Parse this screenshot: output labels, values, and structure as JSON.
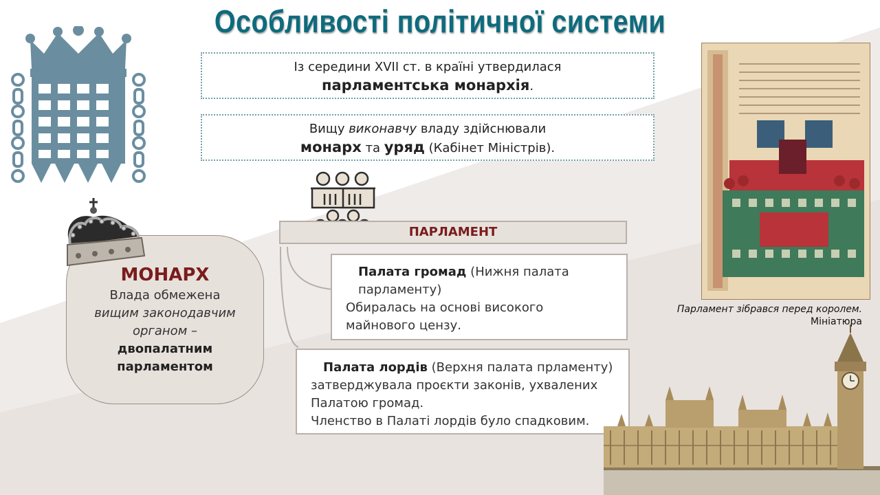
{
  "title": "Особливості політичної системи",
  "statement1": {
    "line1": "Із середини XVII ст. в країні утвердилася",
    "bold": "парламентська монархія",
    "end": "."
  },
  "statement2": {
    "pre": "Вищу ",
    "italic": "виконавчу",
    "post": " владу здійснювали",
    "bold1": "монарх",
    "mid": " та ",
    "bold2": "уряд",
    "tail": " (Кабінет Міністрів)."
  },
  "monarch": {
    "title": "МОНАРХ",
    "line1": "Влада обмежена",
    "italic": "вищим законодавчим органом –",
    "bold": "двопалатним парламентом"
  },
  "parliament": {
    "label": "ПАРЛАМЕНТ",
    "commons": {
      "name": "Палата громад",
      "rest": " (Нижня палата парламенту)",
      "desc": "Обиралась на основі високого майнового цензу."
    },
    "lords": {
      "name": "Палата лордів",
      "rest": " (Верхня палата прламенту)",
      "desc1": "затверджувала проєкти законів, ухвалених Палатою громад.",
      "desc2": "Членство в Палаті лордів було спадковим."
    }
  },
  "caption": {
    "italic": "Парламент зібрався перед королем.",
    "normal": "Мініатюра"
  },
  "colors": {
    "title": "#0e6b7d",
    "accent": "#7a1c1c",
    "card": "#e7e1dc",
    "emblem": "#6a8ea0"
  },
  "icons": [
    "portcullis-icon",
    "crown-icon",
    "people-icon"
  ]
}
